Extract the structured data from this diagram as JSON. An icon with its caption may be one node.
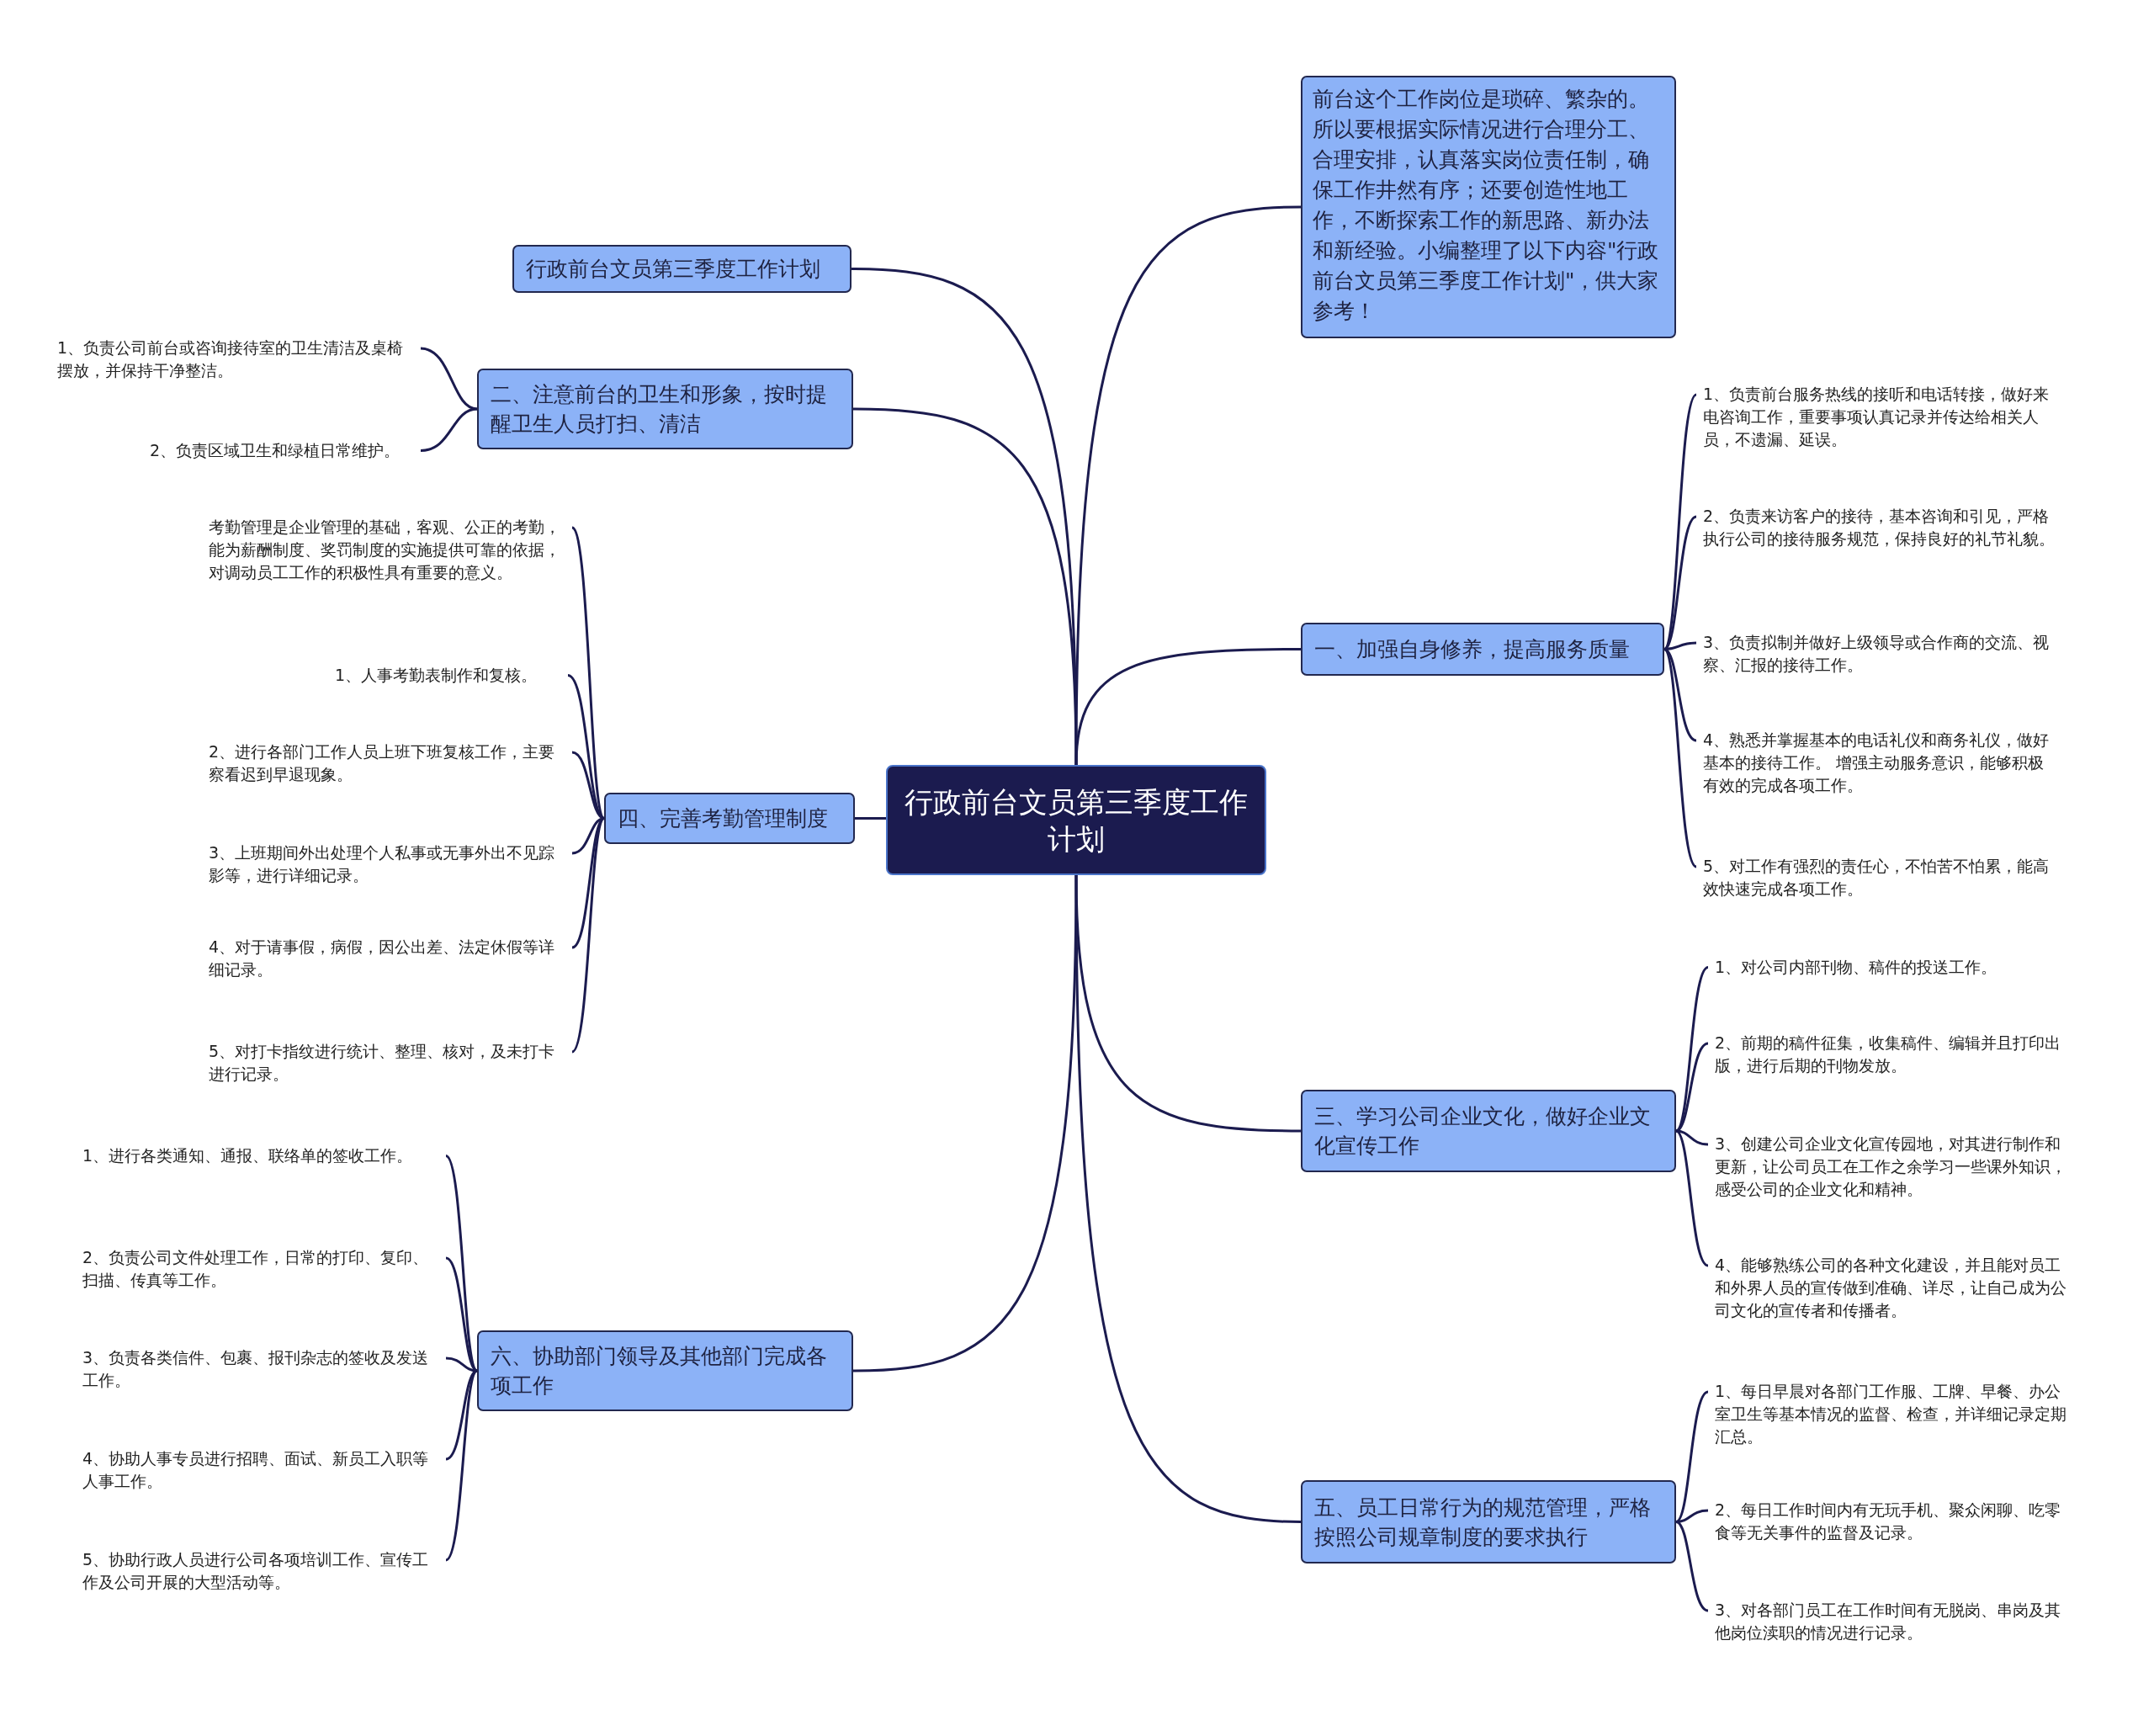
{
  "diagram": {
    "nodes": [
      {
        "text": [
          "行政前台文员第三季度工作计划"
        ]
      },
      {
        "text": [
          "行政前台文员第三季度工作计划"
        ]
      },
      {
        "text": [
          "二、注意前台的卫生和形象，按时提醒卫生人员打扫、清洁"
        ]
      },
      {
        "text": [
          "1、负责公司前台或咨询接待室的卫生清洁及桌椅摆放，并保持干净整洁。"
        ]
      },
      {
        "text": [
          "2、负责区域卫生和绿植日常维护。"
        ]
      },
      {
        "text": [
          "四、完善考勤管理制度"
        ]
      },
      {
        "text": [
          "考勤管理是企业管理的基础，客观、公正的考勤，能为薪酬制度、奖罚制度的实施提供可靠的依据，对调动员工工作的积极性具有重要的意义。"
        ]
      },
      {
        "text": [
          "1、人事考勤表制作和复核。"
        ]
      },
      {
        "text": [
          "2、进行各部门工作人员上班下班复核工作，主要察看迟到早退现象。"
        ]
      },
      {
        "text": [
          "3、上班期间外出处理个人私事或无事外出不见踪影等，进行详细记录。"
        ]
      },
      {
        "text": [
          "4、对于请事假，病假，因公出差、法定休假等详细记录。"
        ]
      },
      {
        "text": [
          "5、对打卡指纹进行统计、整理、核对，及未打卡进行记录。"
        ]
      },
      {
        "text": [
          "六、协助部门领导及其他部门完成各项工作"
        ]
      },
      {
        "text": [
          "1、进行各类通知、通报、联络单的签收工作。"
        ]
      },
      {
        "text": [
          "2、负责公司文件处理工作，日常的打印、复印、扫描、传真等工作。"
        ]
      },
      {
        "text": [
          "3、负责各类信件、包裹、报刊杂志的签收及发送工作。"
        ]
      },
      {
        "text": [
          "4、协助人事专员进行招聘、面试、新员工入职等人事工作。"
        ]
      },
      {
        "text": [
          "5、协助行政人员进行公司各项培训工作、宣传工作及公司开展的大型活动等。"
        ]
      },
      {
        "text": [
          "前台这个工作岗位是琐碎、繁杂的。所以要根据实际情况进行合理分工、合理安排，认真落实岗位责任制，确保工作井然有序；还要创造性地工作，不断探索工作的新思路、新办法和新经验。小编整理了以下内容\"行政前台文员第三季度工作计划\"，供大家参考！"
        ]
      },
      {
        "text": [
          "一、加强自身修养，提高服务质量"
        ]
      },
      {
        "text": [
          "1、负责前台服务热线的接听和电话转接，做好来电咨询工作，重要事项认真记录并传达给相关人员，不遗漏、延误。"
        ]
      },
      {
        "text": [
          "2、负责来访客户的接待，基本咨询和引见，严格执行公司的接待服务规范，保持良好的礼节礼貌。"
        ]
      },
      {
        "text": [
          "3、负责拟制并做好上级领导或合作商的交流、视察、汇报的接待工作。"
        ]
      },
      {
        "text": [
          "4、熟悉并掌握基本的电话礼仪和商务礼仪，做好基本的接待工作。 增强主动服务意识，能够积极有效的完成各项工作。"
        ]
      },
      {
        "text": [
          "5、对工作有强烈的责任心，不怕苦不怕累，能高效快速完成各项工作。"
        ]
      },
      {
        "text": [
          "三、学习公司企业文化，做好企业文化宣传工作"
        ]
      },
      {
        "text": [
          "1、对公司内部刊物、稿件的投送工作。"
        ]
      },
      {
        "text": [
          "2、前期的稿件征集，收集稿件、编辑并且打印出版，进行后期的刊物发放。"
        ]
      },
      {
        "text": [
          "3、创建公司企业文化宣传园地，对其进行制作和更新，让公司员工在工作之余学习一些课外知识，感受公司的企业文化和精神。"
        ]
      },
      {
        "text": [
          "4、能够熟练公司的各种文化建设，并且能对员工和外界人员的宣传做到准确、详尽，让自己成为公司文化的宣传者和传播者。"
        ]
      },
      {
        "text": [
          "五、员工日常行为的规范管理，严格按照公司规章制度的要求执行"
        ]
      },
      {
        "text": [
          "1、每日早晨对各部门工作服、工牌、早餐、办公室卫生等基本情况的监督、检查，并详细记录定期汇总。"
        ]
      },
      {
        "text": [
          "2、每日工作时间内有无玩手机、聚众闲聊、吃零食等无关事件的监督及记录。"
        ]
      },
      {
        "text": [
          "3、对各部门员工在工作时间有无脱岗、串岗及其他岗位渎职的情况进行记录。"
        ]
      }
    ],
    "edges": [
      {
        "from": 0,
        "to": 1,
        "arrow": "none"
      },
      {
        "from": 0,
        "to": 2,
        "arrow": "none"
      },
      {
        "from": 2,
        "to": 3,
        "arrow": "none"
      },
      {
        "from": 2,
        "to": 4,
        "arrow": "none"
      },
      {
        "from": 0,
        "to": 5,
        "arrow": "none"
      },
      {
        "from": 5,
        "to": 6,
        "arrow": "none"
      },
      {
        "from": 5,
        "to": 7,
        "arrow": "none"
      },
      {
        "from": 5,
        "to": 8,
        "arrow": "none"
      },
      {
        "from": 5,
        "to": 9,
        "arrow": "none"
      },
      {
        "from": 5,
        "to": 10,
        "arrow": "none"
      },
      {
        "from": 5,
        "to": 11,
        "arrow": "none"
      },
      {
        "from": 0,
        "to": 12,
        "arrow": "none"
      },
      {
        "from": 12,
        "to": 13,
        "arrow": "none"
      },
      {
        "from": 12,
        "to": 14,
        "arrow": "none"
      },
      {
        "from": 12,
        "to": 15,
        "arrow": "none"
      },
      {
        "from": 12,
        "to": 16,
        "arrow": "none"
      },
      {
        "from": 12,
        "to": 17,
        "arrow": "none"
      },
      {
        "from": 0,
        "to": 18,
        "arrow": "none"
      },
      {
        "from": 0,
        "to": 19,
        "arrow": "none"
      },
      {
        "from": 19,
        "to": 20,
        "arrow": "none"
      },
      {
        "from": 19,
        "to": 21,
        "arrow": "none"
      },
      {
        "from": 19,
        "to": 22,
        "arrow": "none"
      },
      {
        "from": 19,
        "to": 23,
        "arrow": "none"
      },
      {
        "from": 19,
        "to": 24,
        "arrow": "none"
      },
      {
        "from": 0,
        "to": 25,
        "arrow": "none"
      },
      {
        "from": 25,
        "to": 26,
        "arrow": "none"
      },
      {
        "from": 25,
        "to": 27,
        "arrow": "none"
      },
      {
        "from": 25,
        "to": 28,
        "arrow": "none"
      },
      {
        "from": 25,
        "to": 29,
        "arrow": "none"
      },
      {
        "from": 0,
        "to": 30,
        "arrow": "none"
      },
      {
        "from": 30,
        "to": 31,
        "arrow": "none"
      },
      {
        "from": 30,
        "to": 32,
        "arrow": "none"
      },
      {
        "from": 30,
        "to": 33,
        "arrow": "none"
      }
    ]
  }
}
